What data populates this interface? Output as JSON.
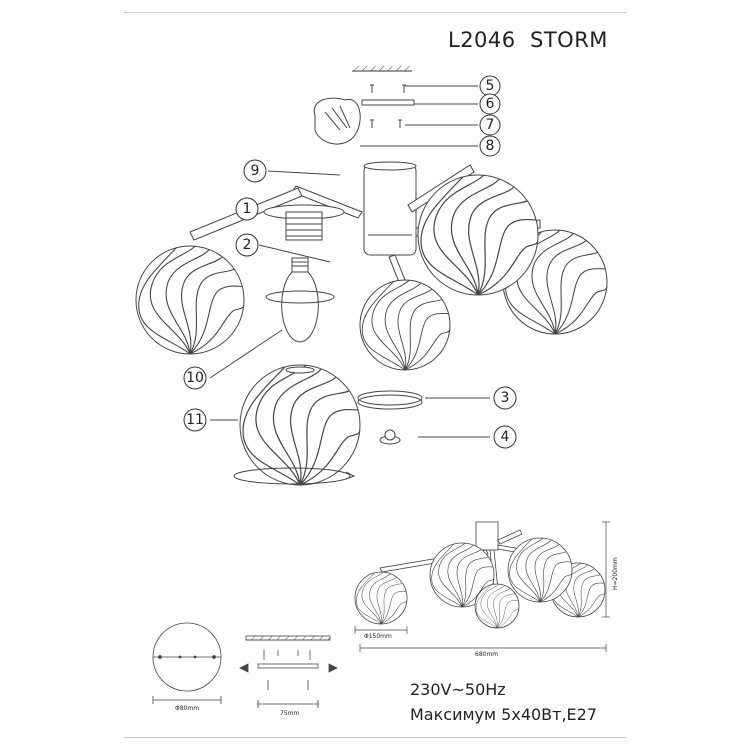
{
  "header": {
    "model": "L2046",
    "name": "STORM"
  },
  "callouts": {
    "c1": "1",
    "c2": "2",
    "c3": "3",
    "c4": "4",
    "c5": "5",
    "c6": "6",
    "c7": "7",
    "c8": "8",
    "c9": "9",
    "c10": "10",
    "c11": "11"
  },
  "dimensions": {
    "globe_diameter": "Φ150mm",
    "total_width": "680mm",
    "total_height": "H=200mm",
    "canopy_diameter": "Φ80mm",
    "mount_width": "75mm"
  },
  "specs": {
    "voltage": "230V~50Hz",
    "power": "Максимум 5x40Вт,E27"
  },
  "colors": {
    "line": "#333333",
    "frame": "#c8c8c8"
  }
}
